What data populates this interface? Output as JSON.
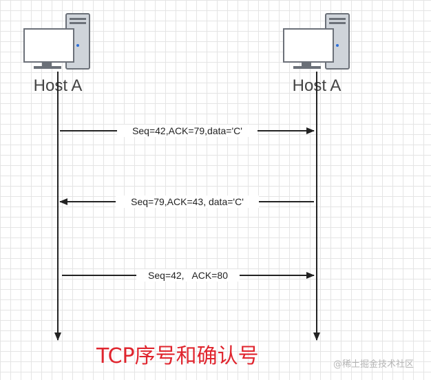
{
  "hosts": {
    "left": {
      "label": "Host A",
      "icon": "computer-icon"
    },
    "right": {
      "label": "Host A",
      "icon": "computer-icon"
    }
  },
  "messages": [
    {
      "label": "Seq=42,ACK=79,data='C'",
      "direction": "left-to-right"
    },
    {
      "label": "Seq=79,ACK=43, data='C'",
      "direction": "right-to-left"
    },
    {
      "label": "Seq=42,   ACK=80",
      "direction": "left-to-right"
    }
  ],
  "caption": "TCP序号和确认号",
  "watermark": "@稀土掘金技术社区",
  "colors": {
    "caption": "#e0252e",
    "line": "#222222",
    "grid": "#e4e4e4"
  }
}
